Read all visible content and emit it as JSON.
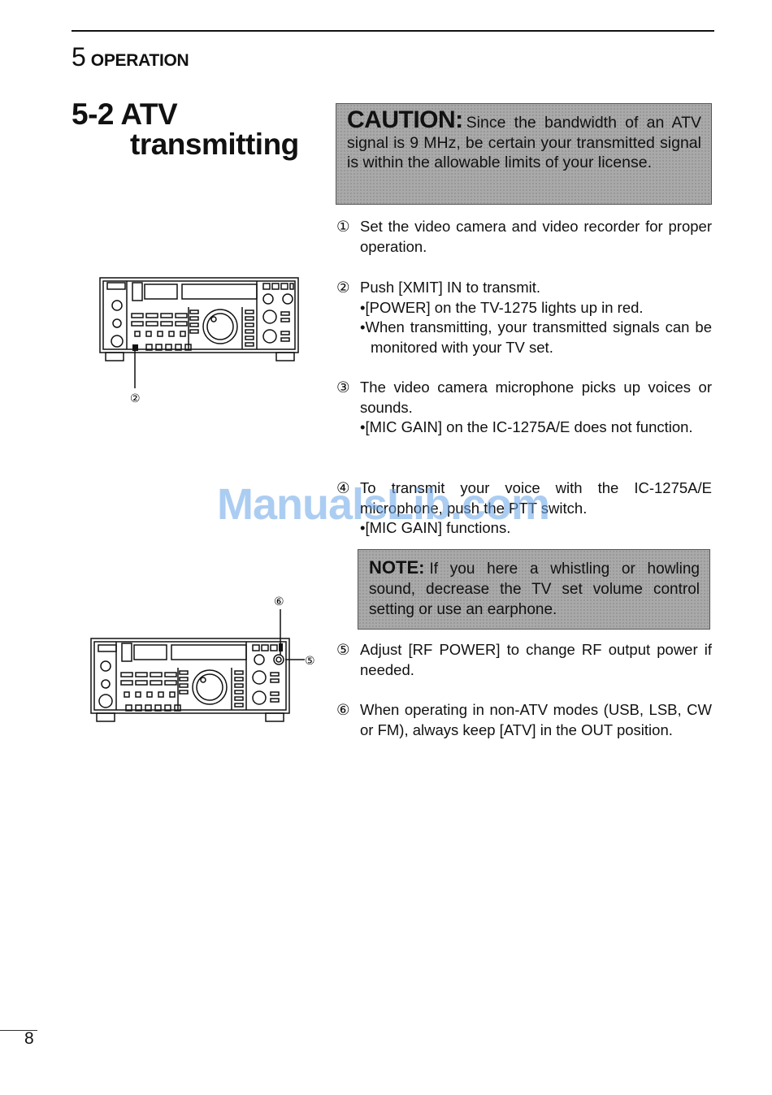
{
  "header": {
    "chapter_number": "5",
    "chapter_title": "OPERATION"
  },
  "section": {
    "title_line1": "5-2 ATV",
    "title_line2": "transmitting"
  },
  "caution": {
    "label": "CAUTION:",
    "text": "Since the bandwidth of an ATV signal is 9 MHz, be certain your transmitted signal is within the allowable limits of your license."
  },
  "steps": [
    {
      "num": "①",
      "text": "Set the video camera and video recorder for proper operation.",
      "bullets": []
    },
    {
      "num": "②",
      "text": "Push [XMIT] IN to transmit.",
      "bullets": [
        "•[POWER] on the TV-1275 lights up in red.",
        "•When transmitting, your transmitted signals can be monitored with your TV set."
      ]
    },
    {
      "num": "③",
      "text": "The video camera microphone picks up voices or sounds.",
      "bullets": [
        "•[MIC GAIN] on the IC-1275A/E does not function."
      ]
    },
    {
      "num": "④",
      "text": "To transmit your voice with the IC-1275A/E microphone, push the PTT switch.",
      "bullets": [
        "•[MIC GAIN] functions."
      ]
    },
    {
      "num": "⑤",
      "text": "Adjust [RF POWER] to change RF output power if needed.",
      "bullets": []
    },
    {
      "num": "⑥",
      "text": "When operating in non-ATV modes (USB, LSB, CW or FM), always keep [ATV] in the OUT position.",
      "bullets": []
    }
  ],
  "note": {
    "label": "NOTE:",
    "text": "If you here a whistling or howling sound, decrease the TV set volume control setting or use an earphone."
  },
  "figures": {
    "top_callout": "②",
    "bottom_callout_6": "⑥",
    "bottom_callout_5": "⑤"
  },
  "watermark": "ManualsLib.com",
  "page_number": "8"
}
